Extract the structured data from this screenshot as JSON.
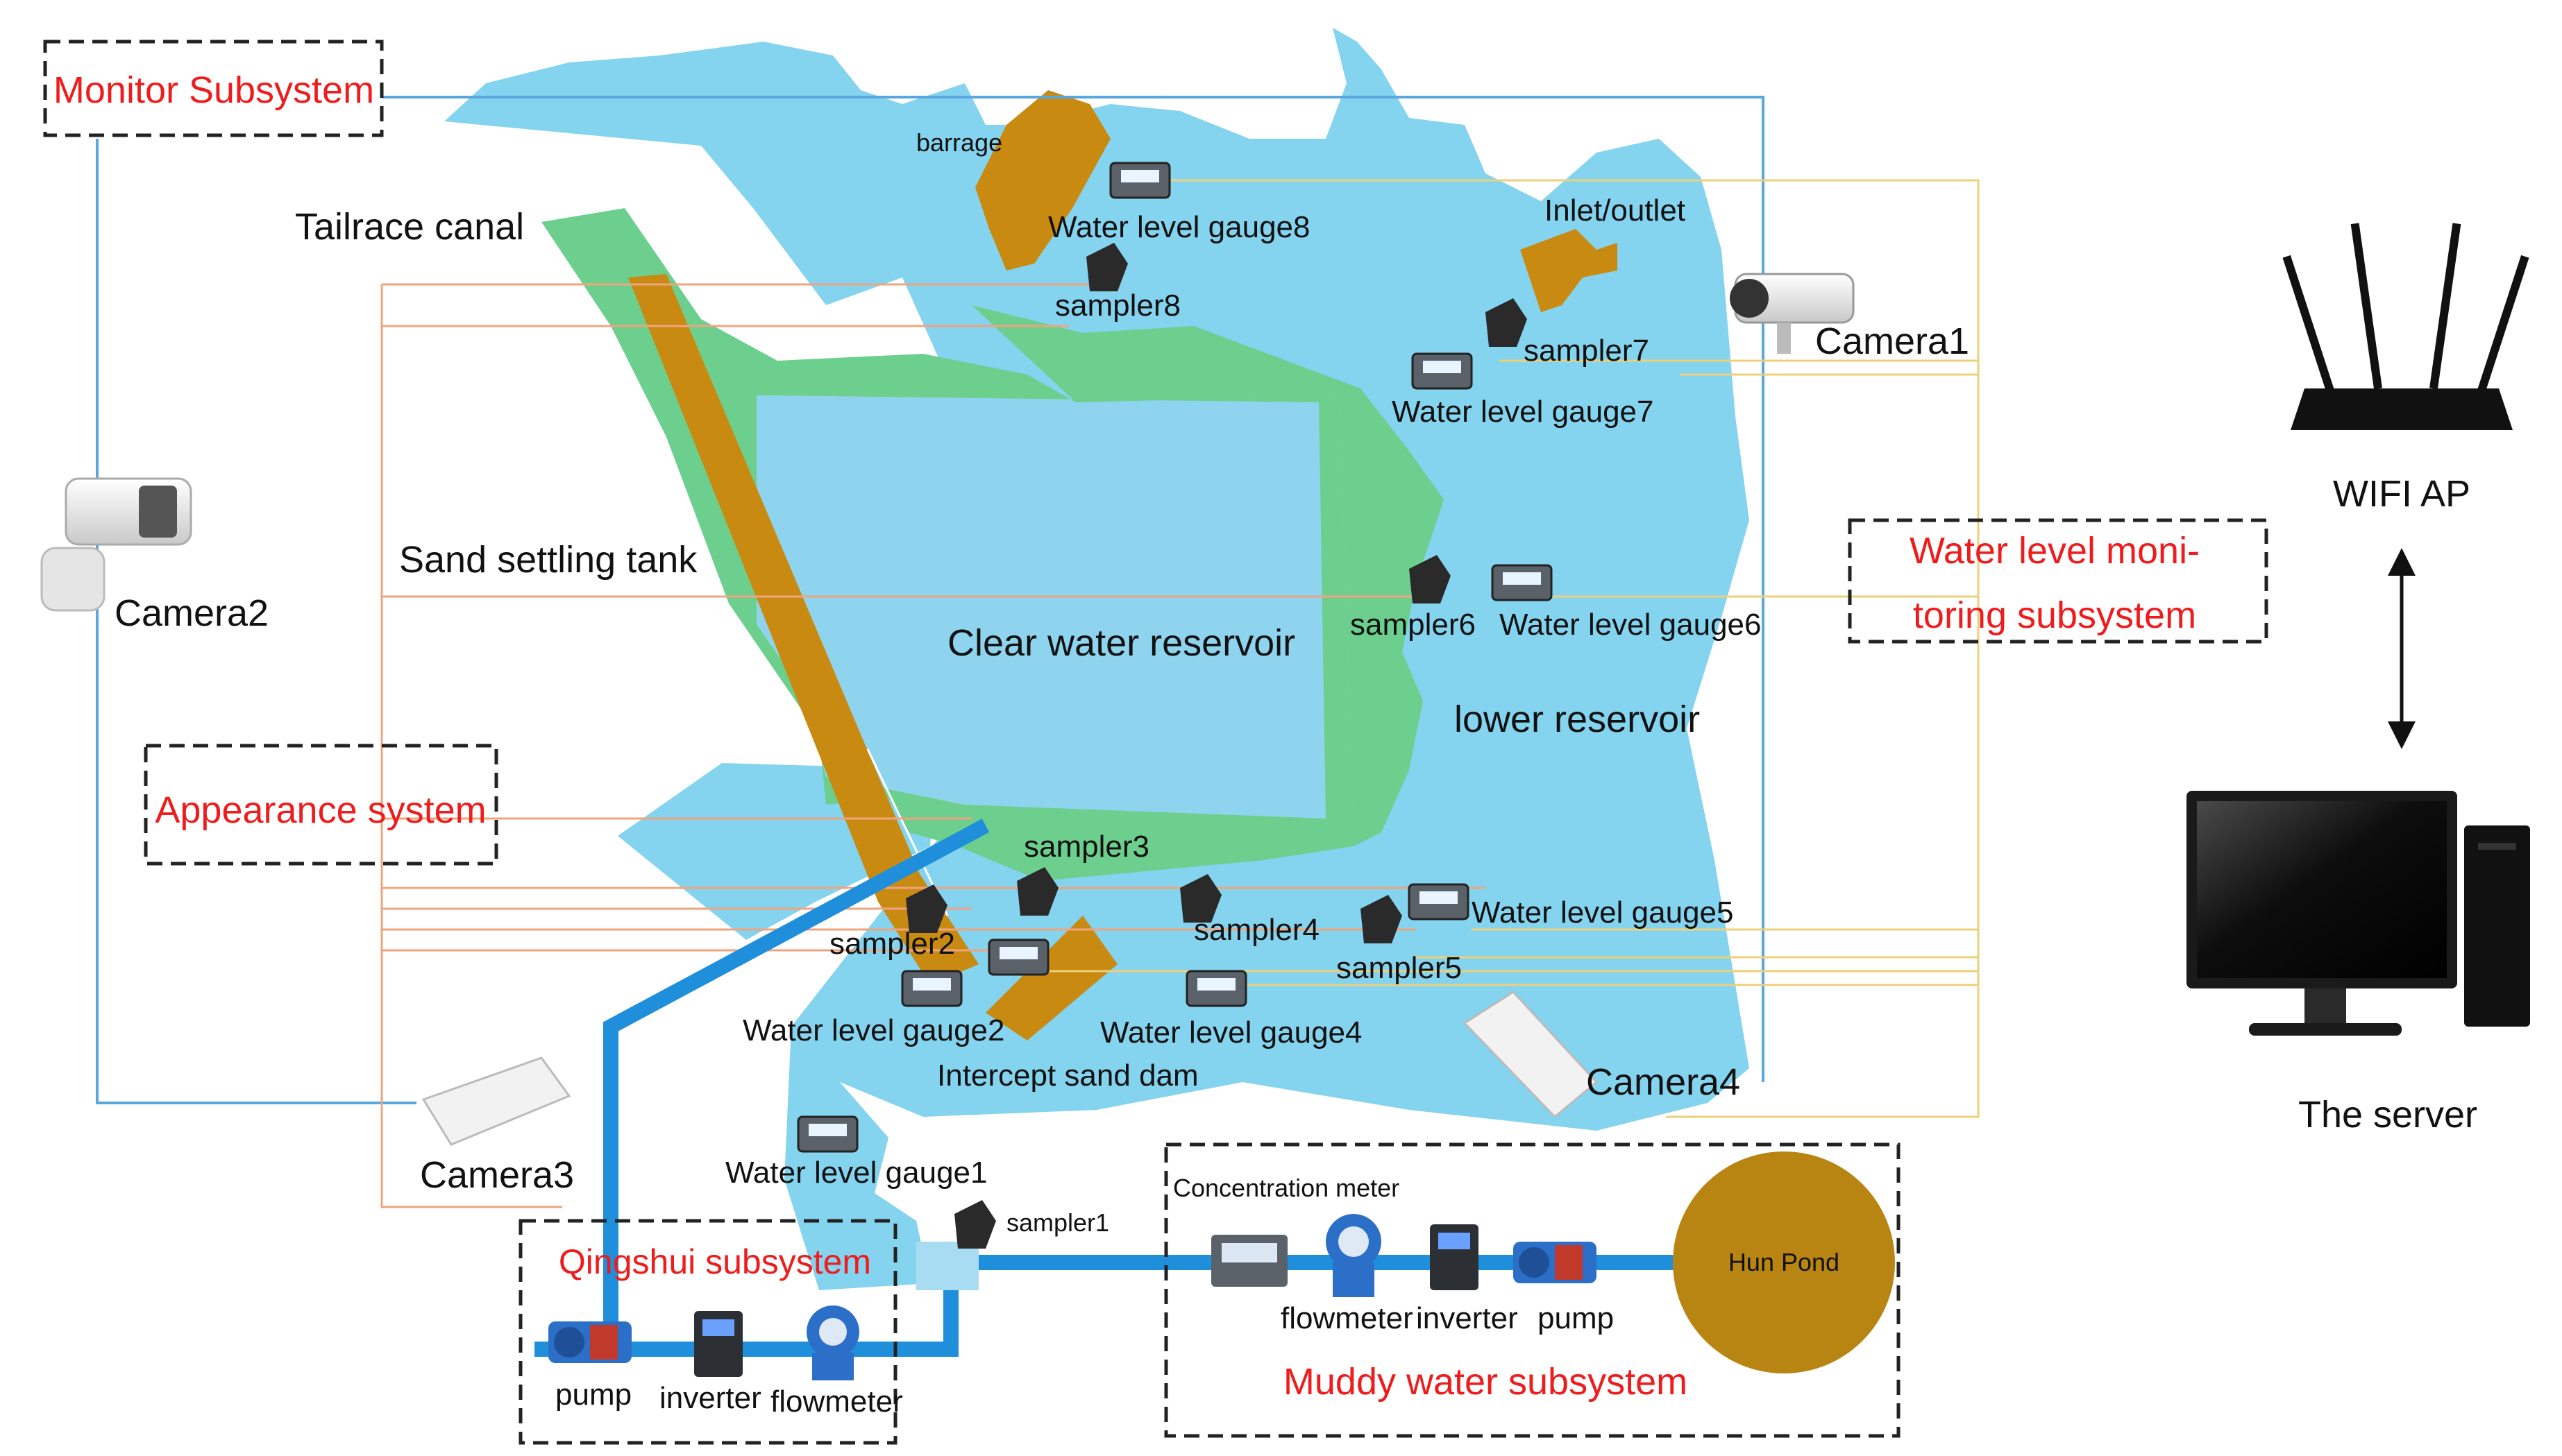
{
  "subsystems": {
    "monitor": "Monitor Subsystem",
    "appearance": "Appearance system",
    "water_level_line1": "Water level moni-",
    "water_level_line2": "toring subsystem",
    "qingshui": "Qingshui subsystem",
    "muddy": "Muddy water subsystem"
  },
  "areas": {
    "tailrace": "Tailrace canal",
    "sand_tank": "Sand settling tank",
    "clear_reservoir": "Clear water reservoir",
    "lower_reservoir": "lower reservoir",
    "intercept": "Intercept sand dam",
    "barrage": "barrage",
    "inlet": "Inlet/outlet",
    "hun_pond": "Hun Pond"
  },
  "cameras": {
    "c1": "Camera1",
    "c2": "Camera2",
    "c3": "Camera3",
    "c4": "Camera4"
  },
  "gauges": {
    "g1": "Water level gauge1",
    "g2": "Water level gauge2",
    "g4": "Water level gauge4",
    "g5": "Water level gauge5",
    "g6": "Water level gauge6",
    "g7": "Water level gauge7",
    "g8": "Water level gauge8"
  },
  "samplers": {
    "s1": "sampler1",
    "s2": "sampler2",
    "s3": "sampler3",
    "s4": "sampler4",
    "s5": "sampler5",
    "s6": "sampler6",
    "s7": "sampler7",
    "s8": "sampler8"
  },
  "equipment": {
    "pump": "pump",
    "inverter": "inverter",
    "flowmeter": "flowmeter",
    "concentration_meter": "Concentration meter"
  },
  "network": {
    "wifi": "WIFI  AP",
    "server": "The server"
  },
  "colors": {
    "water": "#84d3ef",
    "green": "#6dcf8e",
    "orange_structure": "#c98a12",
    "pipe": "#1f8fdc",
    "red_label": "#ee1c1c",
    "pond": "#b98512"
  }
}
